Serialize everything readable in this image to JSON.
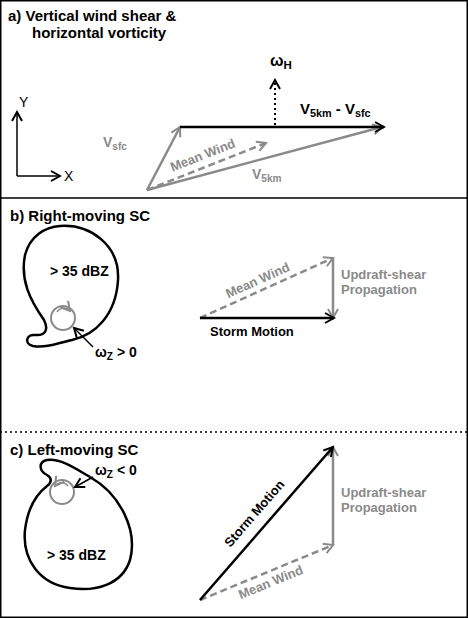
{
  "diagram": {
    "nodes": [
      {
        "text": [
          "a) Vertical wind shear & horizontal vorticity"
        ]
      },
      {
        "text": [
          "b) Right-moving SC"
        ]
      },
      {
        "text": [
          "> 35 dBZ"
        ],
        "in": 1
      },
      {
        "text": [
          "c) Left-moving SC"
        ]
      },
      {
        "text": [
          "> 35 dBZ"
        ],
        "in": 3
      }
    ],
    "labels": [
      "Y",
      "X",
      "ωH",
      "V5km - Vsfc",
      "Vsfc",
      "Mean Wind",
      "V5km",
      "Mean Wind",
      "Updraft-shear Propagation",
      "Storm Motion",
      "ωZ > 0",
      "ωZ < 0",
      "Storm Motion",
      "Updraft-shear Propagation",
      "Mean Wind"
    ]
  }
}
